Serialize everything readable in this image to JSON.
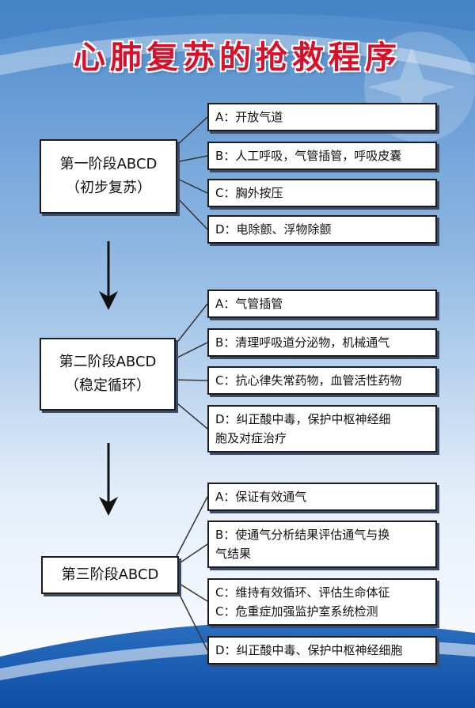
{
  "title": "心肺复苏的抢救程序",
  "stages": [
    {
      "name": "第一阶段ABCD",
      "sub": "（初步复苏）",
      "steps": [
        [
          "A：开放气道"
        ],
        [
          "B：人工呼吸，气管插管，呼吸皮囊"
        ],
        [
          "C：胸外按压"
        ],
        [
          "D：电除颤、浮物除颤"
        ]
      ]
    },
    {
      "name": "第二阶段ABCD",
      "sub": "（稳定循环）",
      "steps": [
        [
          "A：气管插管"
        ],
        [
          "B：清理呼吸道分泌物，机械通气"
        ],
        [
          "C：抗心律失常药物，血管活性药物"
        ],
        [
          "D：纠正酸中毒，保护中枢神经细",
          "胞及对症治疗"
        ]
      ]
    },
    {
      "name": "第三阶段ABCD",
      "sub": "",
      "steps": [
        [
          "A：保证有效通气"
        ],
        [
          "B：使通气分析结果评估通气与换",
          "气结果"
        ],
        [
          "C：维持有效循环、评估生命体征",
          "C：危重症加强监护室系统检测"
        ],
        [
          "D：纠正酸中毒、保护中枢神经细胞"
        ]
      ]
    }
  ],
  "colors": {
    "title": "#d8102a",
    "background_top": "#5d95cf",
    "background_bottom": "#ffffff"
  }
}
